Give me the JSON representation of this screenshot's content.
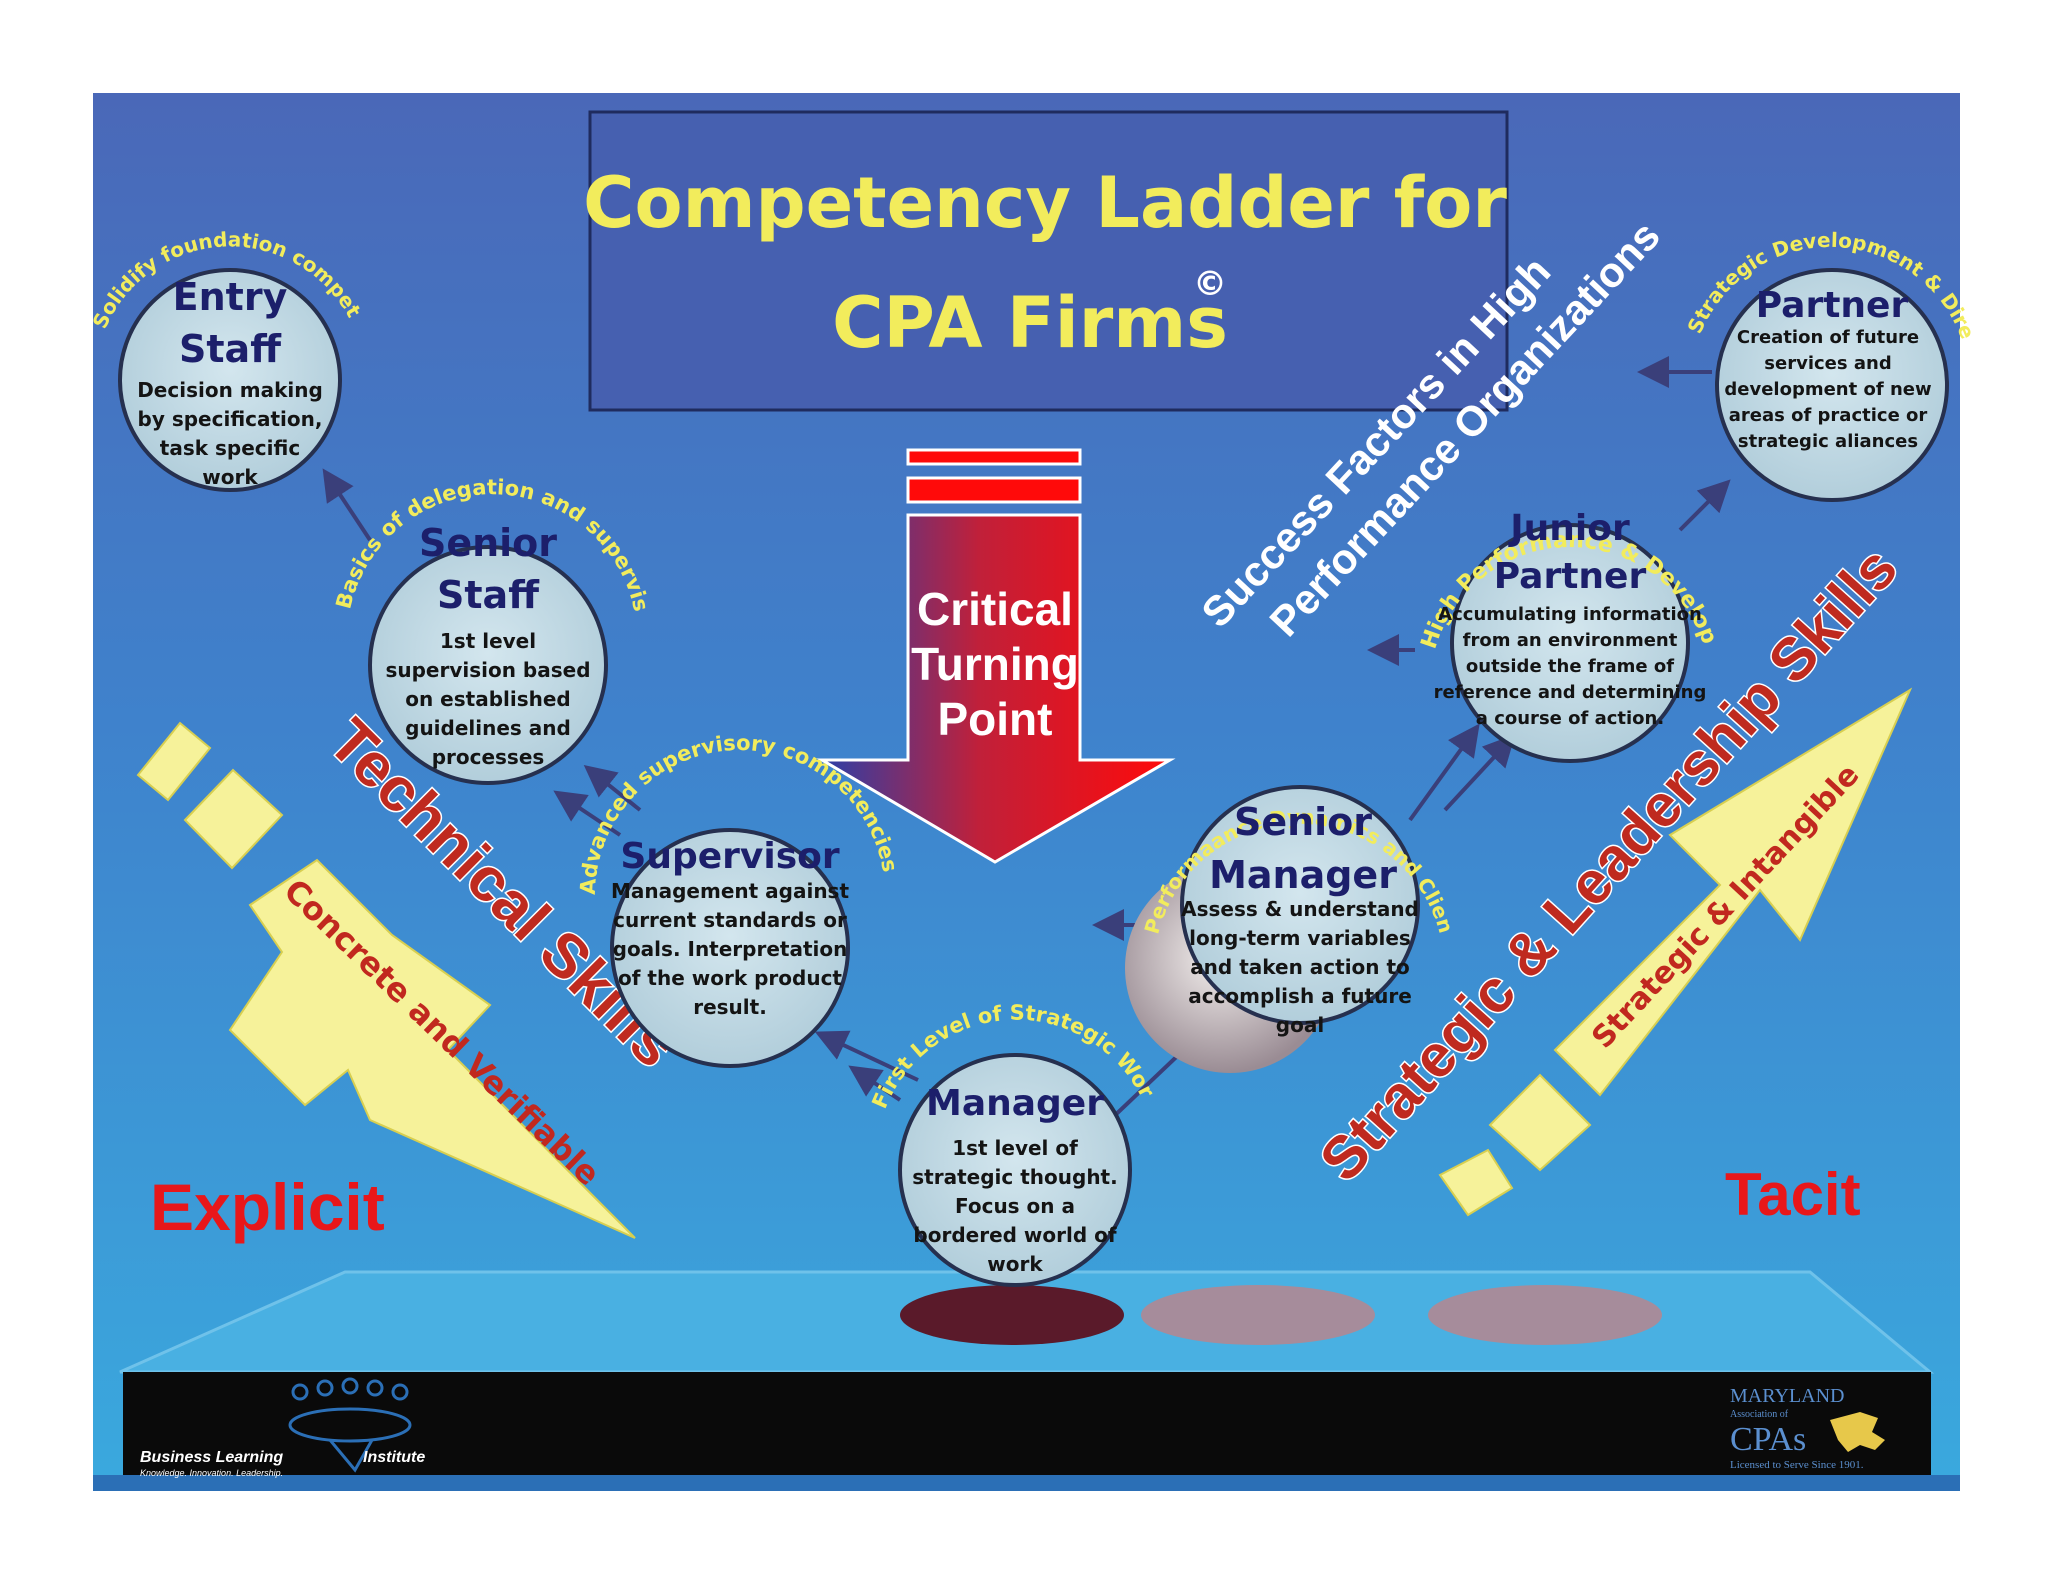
{
  "title": {
    "line1": "Competency Ladder for",
    "line2": "CPA Firms",
    "copyright": "©"
  },
  "critical_turning_point": {
    "line1": "Critical",
    "line2": "Turning",
    "line3": "Point"
  },
  "success_factors": {
    "line1": "Success Factors in High",
    "line2": "Performance Organizations"
  },
  "nodes": {
    "entry_staff": {
      "title": [
        "Entry",
        "Staff"
      ],
      "desc": [
        "Decision making",
        "by specification,",
        "task specific",
        "work"
      ]
    },
    "senior_staff": {
      "title": [
        "Senior",
        "Staff"
      ],
      "desc": [
        "1st level",
        "supervision based",
        "on established",
        "guidelines and",
        "processes"
      ]
    },
    "supervisor": {
      "title": [
        "Supervisor"
      ],
      "desc": [
        "Management against",
        "current standards or",
        "goals. Interpretation",
        "of the work product",
        "result."
      ]
    },
    "manager": {
      "title": [
        "Manager"
      ],
      "desc": [
        "1st level of",
        "strategic thought.",
        "Focus on a",
        "bordered world of",
        "work"
      ]
    },
    "senior_manager": {
      "title": [
        "Senior",
        "Manager"
      ],
      "desc": [
        "Assess & understand",
        "long-term variables",
        "and taken action to",
        "accomplish a future",
        "goal"
      ]
    },
    "junior_partner": {
      "title": [
        "Junior",
        "Partner"
      ],
      "desc": [
        "Accumulating information",
        "from an environment",
        "outside the frame of",
        "reference and determining",
        "a course of action."
      ]
    },
    "partner": {
      "title": [
        "Partner"
      ],
      "desc": [
        "Creation of future",
        "services and",
        "development of new",
        "areas of practice or",
        "strategic aliances"
      ]
    }
  },
  "arc_labels": {
    "entry_staff": "Solidify foundation competencies",
    "senior_staff": "Basics of delegation and supervision",
    "supervisor": "Advanced supervisory competencies",
    "manager": "First Level of Strategic Work",
    "senior_manager": "Performaance Dynamics and Client Relations",
    "junior_partner": "High Performance & Development",
    "partner": "Strategic Development & Direction"
  },
  "left": {
    "skills": "Technical Skills",
    "arrow_label": "Concrete and Verifiable",
    "corner": "Explicit"
  },
  "right": {
    "skills": "Strategic & Leadership Skills",
    "arrow_label": "Strategic & Intangible",
    "corner": "Tacit"
  },
  "footer": {
    "bli_name_1": "Business Learning",
    "bli_name_2": "Institute",
    "bli_tagline": "Knowledge. Innovation. Leadership.",
    "macpa_line1": "MARYLAND",
    "macpa_line2": "Association of",
    "macpa_line3": "CPAs",
    "macpa_tagline": "Licensed to Serve Since 1901."
  },
  "colors": {
    "background_top": "#4a68b8",
    "background_bottom": "#3aa6dc",
    "title_box": "#4660b0",
    "yellow": "#f2ec5c",
    "node_fill": "#c4dbe6",
    "red": "#e8171a"
  }
}
